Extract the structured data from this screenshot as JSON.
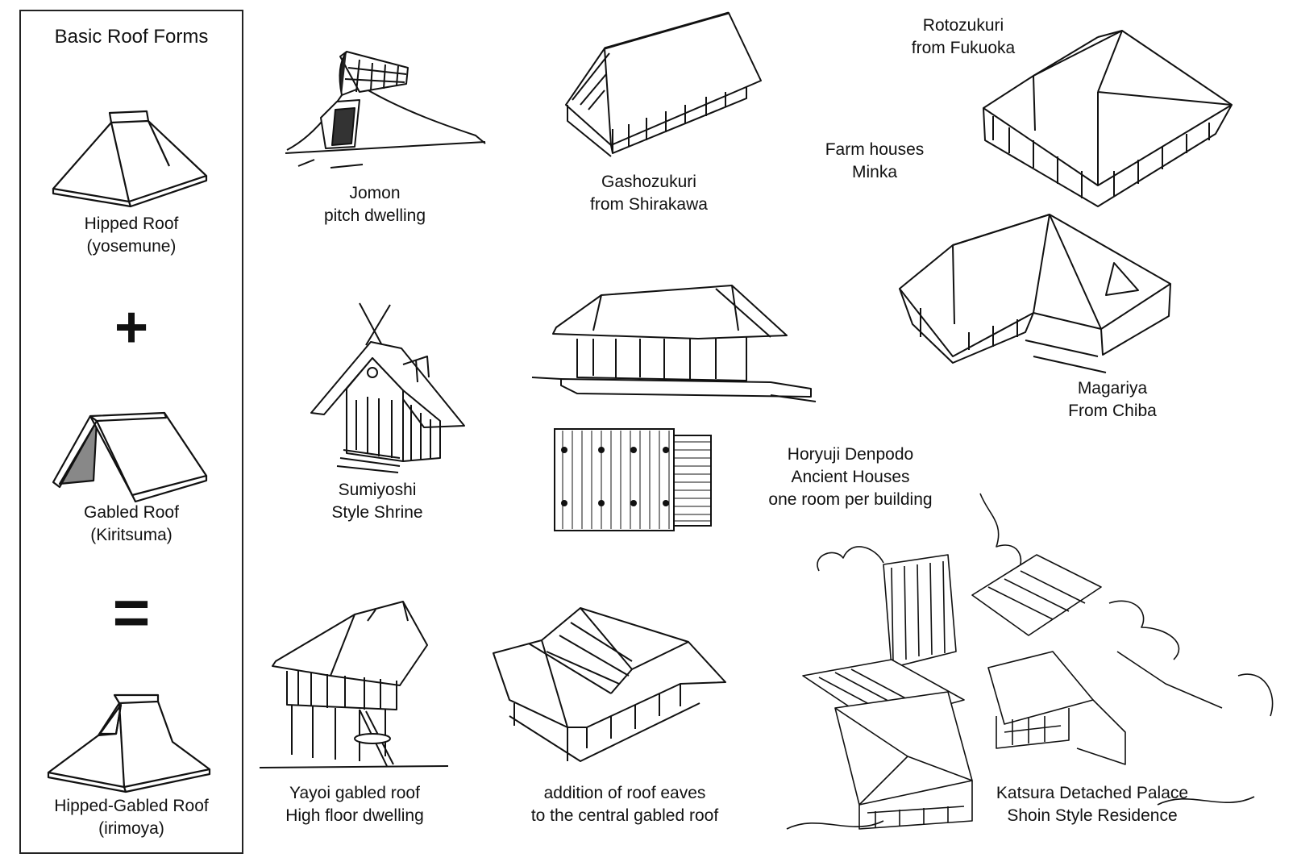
{
  "panel": {
    "title": "Basic Roof Forms",
    "hipped": {
      "name": "Hipped Roof",
      "jp": "(yosemune)"
    },
    "plus": "+",
    "gabled": {
      "name": "Gabled Roof",
      "jp": "(Kiritsuma)"
    },
    "equals": "=",
    "hipped_gabled": {
      "name": "Hipped-Gabled Roof",
      "jp": "(irimoya)"
    }
  },
  "captions": {
    "jomon": [
      "Jomon",
      "pitch dwelling"
    ],
    "gasho": [
      "Gashozukuri",
      "from Shirakawa"
    ],
    "rotozukuri": [
      "Rotozukuri",
      "from Fukuoka"
    ],
    "farm": [
      "Farm houses",
      "Minka"
    ],
    "magariya": [
      "Magariya",
      "From Chiba"
    ],
    "sumiyoshi": [
      "Sumiyoshi",
      "Style Shrine"
    ],
    "horyuji": [
      "Horyuji Denpodo",
      "Ancient Houses",
      "one room per building"
    ],
    "yayoi": [
      "Yayoi gabled roof",
      "High floor dwelling"
    ],
    "eaves": [
      "addition of roof eaves",
      "to the central gabled roof"
    ],
    "katsura": [
      "Katsura Detached Palace",
      "Shoin Style Residence"
    ]
  }
}
